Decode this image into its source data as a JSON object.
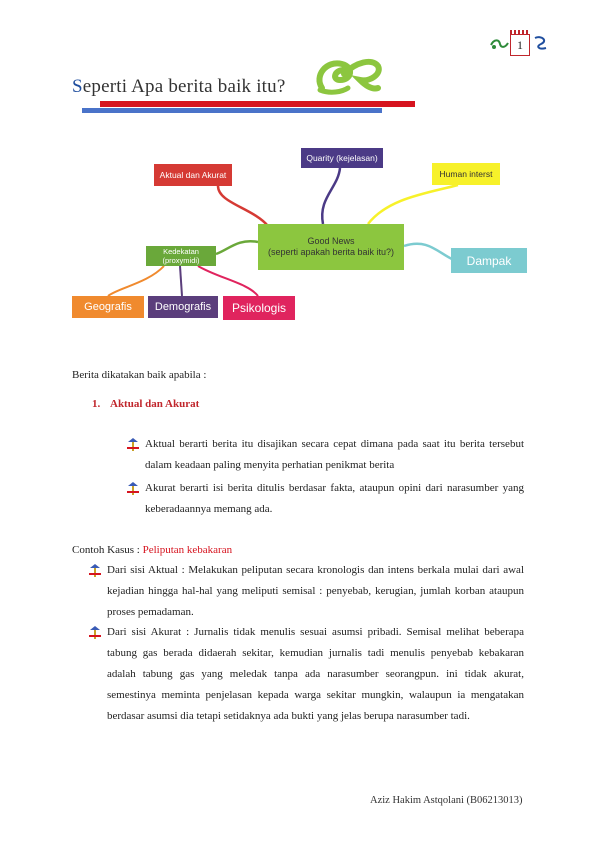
{
  "header": {
    "page_number": "1",
    "title_first_letter": "S",
    "title_rest": "eperti Apa berita baik itu?"
  },
  "mindmap": {
    "center_line1": "Good News",
    "center_line2": "(seperti apakah berita baik itu?)",
    "aktual": "Aktual dan Akurat",
    "quarity": "Quarity (kejelasan)",
    "human": "Human interst",
    "dampak": "Dampak",
    "kedekatan": "Kedekatan (proxymidi)",
    "geografis": "Geografis",
    "demografis": "Demografis",
    "psikologis": "Psikologis",
    "colors": {
      "aktual": "#d53a34",
      "quarity": "#4b3a86",
      "human": "#f7f12a",
      "center": "#8cc63f",
      "dampak": "#7ccbd0",
      "kedekatan": "#6aa83a",
      "geografis": "#f08a2e",
      "demografis": "#5b3e7c",
      "psikologis": "#e0245e"
    }
  },
  "body": {
    "intro": "Berita dikatakan baik apabila :",
    "section1_number": "1.",
    "section1_title": "Aktual dan Akurat",
    "bullets": [
      "Aktual berarti berita itu disajikan secara cepat dimana pada saat itu berita tersebut dalam keadaan paling menyita perhatian penikmat berita",
      "Akurat berarti isi berita ditulis berdasar fakta, ataupun opini dari narasumber yang keberadaannya memang ada."
    ],
    "contoh_label": "Contoh Kasus : ",
    "contoh_topic": "Peliputan kebakaran",
    "contoh_bullets": [
      "Dari sisi Aktual : Melakukan peliputan secara kronologis dan intens berkala mulai dari awal kejadian hingga hal-hal yang meliputi semisal : penyebab, kerugian, jumlah korban ataupun proses pemadaman.",
      "Dari sisi Akurat : Jurnalis tidak menulis sesuai asumsi pribadi. Semisal melihat beberapa tabung gas berada didaerah sekitar, kemudian jurnalis tadi menulis penyebab kebakaran adalah tabung gas yang meledak tanpa ada narasumber seorangpun. ini tidak akurat, semestinya meminta penjelasan kepada warga sekitar mungkin, walaupun ia mengatakan berdasar asumsi dia tetapi setidaknya ada bukti yang jelas berupa narasumber tadi."
    ]
  },
  "footer": {
    "author": "Aziz Hakim Astqolani (B06213013)"
  }
}
